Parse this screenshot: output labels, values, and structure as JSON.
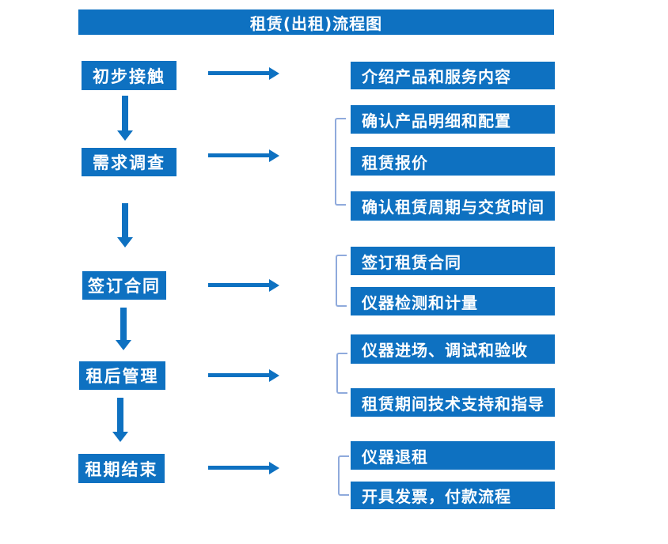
{
  "title": "租赁(出租)流程图",
  "colors": {
    "primary": "#0E71C1",
    "bracket": "#8FAADC",
    "text": "#FFFFFF",
    "background": "#FFFFFF"
  },
  "stages": [
    {
      "label": "初步接触"
    },
    {
      "label": "需求调查"
    },
    {
      "label": "签订合同"
    },
    {
      "label": "租后管理"
    },
    {
      "label": "租期结束"
    }
  ],
  "details": [
    {
      "label": "介绍产品和服务内容"
    },
    {
      "label": "确认产品明细和配置"
    },
    {
      "label": "租赁报价"
    },
    {
      "label": "确认租赁周期与交货时间"
    },
    {
      "label": "签订租赁合同"
    },
    {
      "label": "仪器检测和计量"
    },
    {
      "label": "仪器进场、调试和验收"
    },
    {
      "label": "租赁期间技术支持和指导"
    },
    {
      "label": "仪器退租"
    },
    {
      "label": "开具发票，付款流程"
    }
  ]
}
